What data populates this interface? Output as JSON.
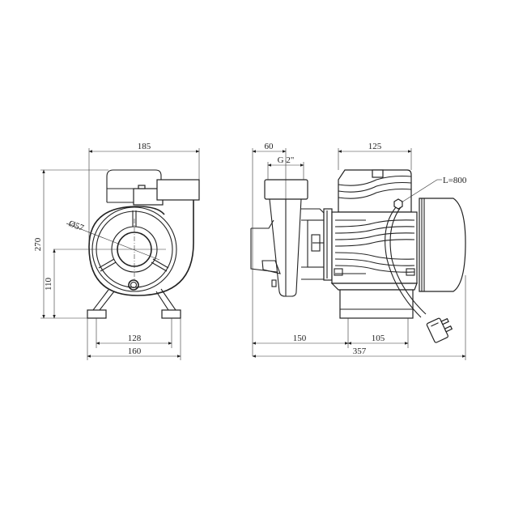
{
  "drawing": {
    "title": "Pump dimensional drawing",
    "front_view": {
      "dim_width_top": "185",
      "dim_height_total": "270",
      "dim_axis_height": "110",
      "dim_inlet_diameter": "Ø57",
      "dim_feet_inner": "128",
      "dim_feet_outer": "160"
    },
    "side_view": {
      "dim_outlet_offset": "60",
      "dim_outlet_thread": "G 2\"",
      "dim_terminal_box": "125",
      "dim_cable_length": "L=800",
      "dim_pump_to_foot": "150",
      "dim_foot_length": "105",
      "dim_total_length": "357"
    },
    "colors": {
      "line": "#222222",
      "background": "#ffffff"
    }
  }
}
